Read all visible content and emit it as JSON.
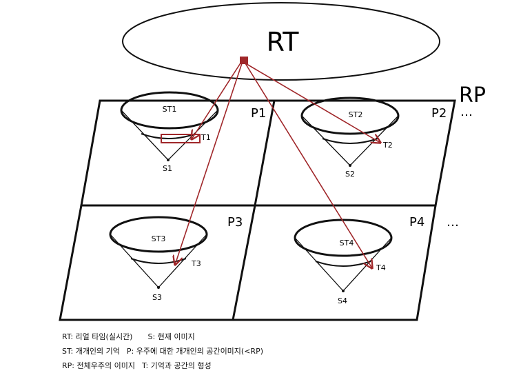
{
  "top_ellipse_label": "RT",
  "plane_label": "RP",
  "ellipsis": "…",
  "panels": [
    {
      "label": "P1",
      "cone_top": "ST1",
      "mark": "T1",
      "apex": "S1"
    },
    {
      "label": "P2",
      "cone_top": "ST2",
      "mark": "T2",
      "apex": "S2"
    },
    {
      "label": "P3",
      "cone_top": "ST3",
      "mark": "T3",
      "apex": "S3"
    },
    {
      "label": "P4",
      "cone_top": "ST4",
      "mark": "T4",
      "apex": "S4"
    }
  ],
  "legend": [
    [
      "RT: 리얼 타임(실시간)",
      "S: 현재 이미지"
    ],
    [
      "ST: 개개인의 기억",
      "P: 우주에 대한 개개인의 공간이미지(<RP)"
    ],
    [
      "RP: 전체우주의 이미지",
      "T: 기억과 공간의 형성"
    ]
  ],
  "colors": {
    "line": "#111111",
    "arrow": "#a0272a",
    "highlight_box": "#a0272a",
    "node": "#a0272a"
  }
}
